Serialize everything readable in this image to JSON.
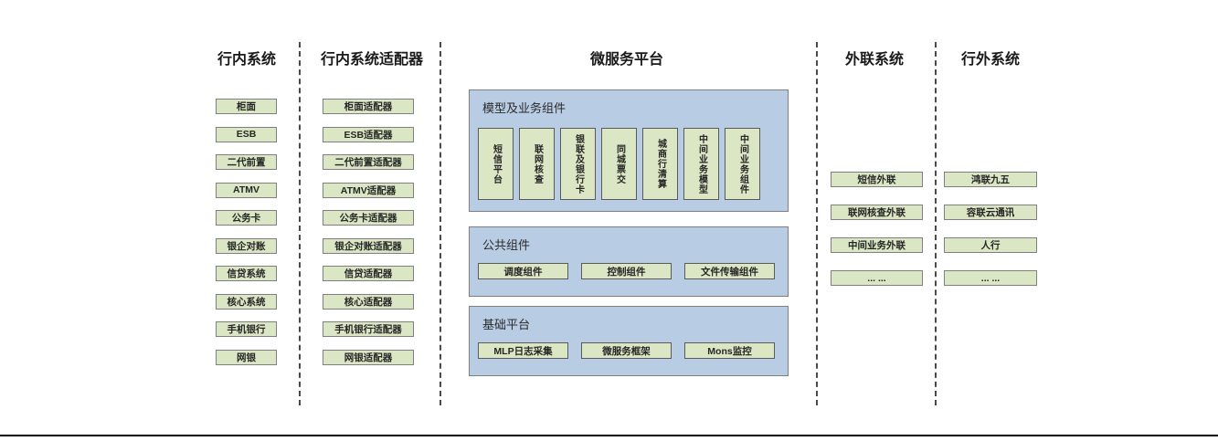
{
  "diagram": {
    "columns": [
      {
        "id": "internal-systems",
        "title": "行内系统",
        "items": [
          "柜面",
          "ESB",
          "二代前置",
          "ATMV",
          "公务卡",
          "银企对账",
          "信贷系统",
          "核心系统",
          "手机银行",
          "网银"
        ]
      },
      {
        "id": "internal-system-adapters",
        "title": "行内系统适配器",
        "items": [
          "柜面适配器",
          "ESB适配器",
          "二代前置适配器",
          "ATMV适配器",
          "公务卡适配器",
          "银企对账适配器",
          "信贷适配器",
          "核心适配器",
          "手机银行适配器",
          "网银适配器"
        ]
      },
      {
        "id": "microservice-platform",
        "title": "微服务平台",
        "groups": [
          {
            "title": "模型及业务组件",
            "orientation": "vertical",
            "items": [
              "短信平台",
              "联网核查",
              "银联及银行卡",
              "同城票交",
              "城商行清算",
              "中间业务模型",
              "中间业务组件"
            ]
          },
          {
            "title": "公共组件",
            "orientation": "horizontal",
            "items": [
              "调度组件",
              "控制组件",
              "文件传输组件"
            ]
          },
          {
            "title": "基础平台",
            "orientation": "horizontal",
            "items": [
              "MLP日志采集",
              "微服务框架",
              "Mons监控"
            ]
          }
        ]
      },
      {
        "id": "external-link-systems",
        "title": "外联系统",
        "items": [
          "短信外联",
          "联网核查外联",
          "中间业务外联",
          "... ..."
        ]
      },
      {
        "id": "outside-bank-systems",
        "title": "行外系统",
        "items": [
          "鸿联九五",
          "容联云通讯",
          "人行",
          "... ..."
        ]
      }
    ],
    "colors": {
      "node_fill": "#dbe6c4",
      "node_border": "#7f7f7f",
      "panel_fill": "#b8cce4",
      "panel_border": "#7f7f7f",
      "separator": "#4a4a4a",
      "text": "#262626"
    }
  }
}
